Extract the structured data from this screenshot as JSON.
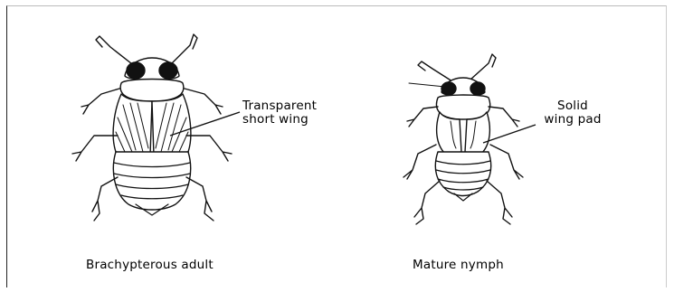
{
  "figure": {
    "left": {
      "caption": "Brachypterous adult",
      "callout_line1": "Transparent",
      "callout_line2": "short wing"
    },
    "right": {
      "caption": "Mature nymph",
      "callout_line1": "Solid",
      "callout_line2": "wing pad"
    }
  },
  "colors": {
    "ink": "#111111",
    "frame": "#222222"
  }
}
